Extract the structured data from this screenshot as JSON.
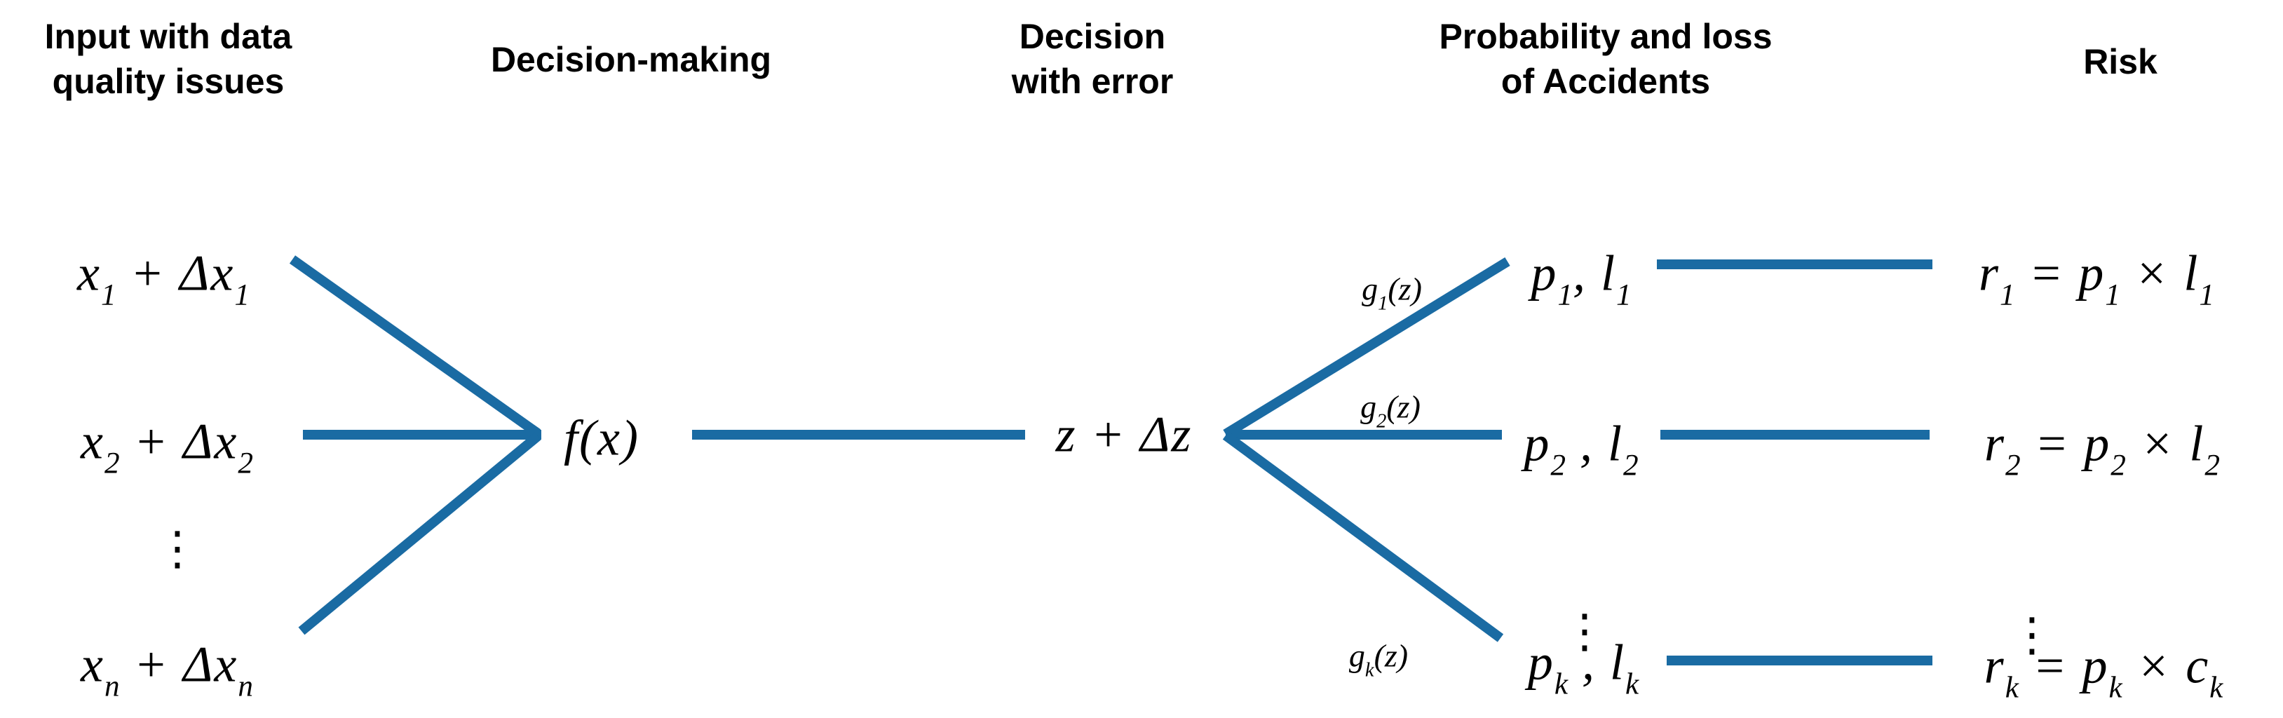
{
  "headers": [
    {
      "lines": [
        "Input with data",
        "quality issues"
      ]
    },
    {
      "lines": [
        "Decision-making"
      ]
    },
    {
      "lines": [
        "Decision",
        "with error"
      ]
    },
    {
      "lines": [
        "Probability and loss",
        "of Accidents"
      ]
    },
    {
      "lines": [
        "Risk"
      ]
    }
  ],
  "math": {
    "inputs": [
      "x_{1} + Δx_{1}",
      "x_{2} + Δx_{2}",
      "⋮",
      "x_{n} + Δx_{n}"
    ],
    "decision_function": "f(x)",
    "decision_output": "z + Δz",
    "branch_functions": [
      "g_{1}(z)",
      "g_{2}(z)",
      "g_{k}(z)"
    ],
    "accident_pairs": [
      "p_{1}, l_{1}",
      "p_{2} , l_{2}",
      "⋮",
      "p_{k} , l_{k}"
    ],
    "risk_formulas": [
      "r_{1} = p_{1} × l_{1}",
      "r_{2} = p_{2} × l_{2}",
      "⋮",
      "r_{k} = p_{k} × c_{k}"
    ]
  },
  "colors": {
    "edge_blue": "#1a6ba3",
    "text_black": "#000000",
    "background": "#ffffff"
  }
}
